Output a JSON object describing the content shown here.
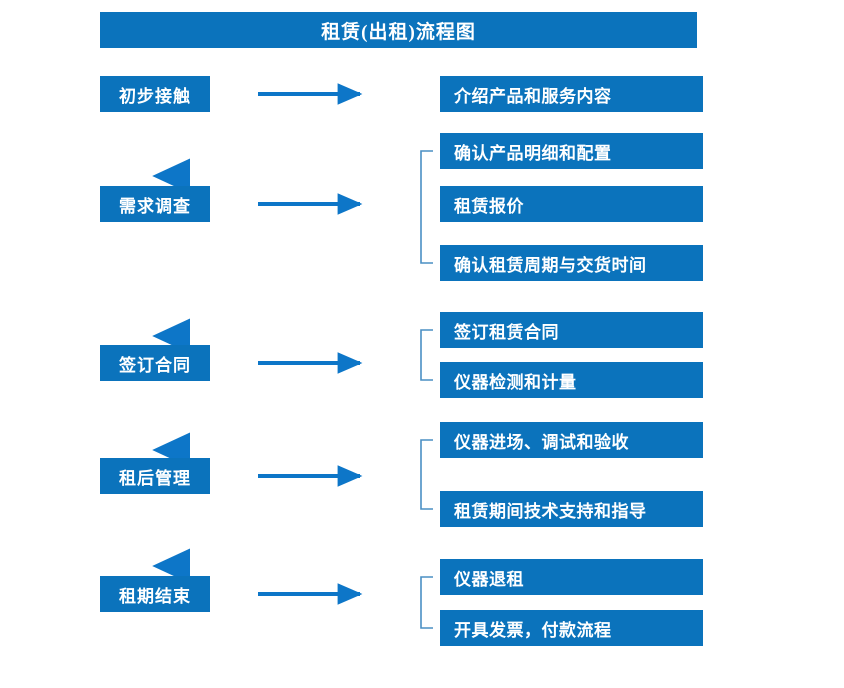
{
  "title": "租赁(出租)流程图",
  "theme": {
    "box_fill": "#0b73bc",
    "box_text": "#ffffff",
    "arrow": "#0d76c8",
    "bracket": "#4a8fc4",
    "background": "#ffffff"
  },
  "stages": [
    {
      "label": "初步接触"
    },
    {
      "label": "需求调查"
    },
    {
      "label": "签订合同"
    },
    {
      "label": "租后管理"
    },
    {
      "label": "租期结束"
    }
  ],
  "details": {
    "group1": [
      {
        "label": "介绍产品和服务内容"
      }
    ],
    "group2": [
      {
        "label": "确认产品明细和配置"
      },
      {
        "label": "租赁报价"
      },
      {
        "label": "确认租赁周期与交货时间"
      }
    ],
    "group3": [
      {
        "label": "签订租赁合同"
      },
      {
        "label": "仪器检测和计量"
      }
    ],
    "group4": [
      {
        "label": "仪器进场、调试和验收"
      },
      {
        "label": "租赁期间技术支持和指导"
      }
    ],
    "group5": [
      {
        "label": "仪器退租"
      },
      {
        "label": "开具发票，付款流程"
      }
    ]
  },
  "connectors": {
    "horizontal_arrow_count": 5,
    "vertical_arrow_count": 4,
    "bracket_count": 4
  }
}
